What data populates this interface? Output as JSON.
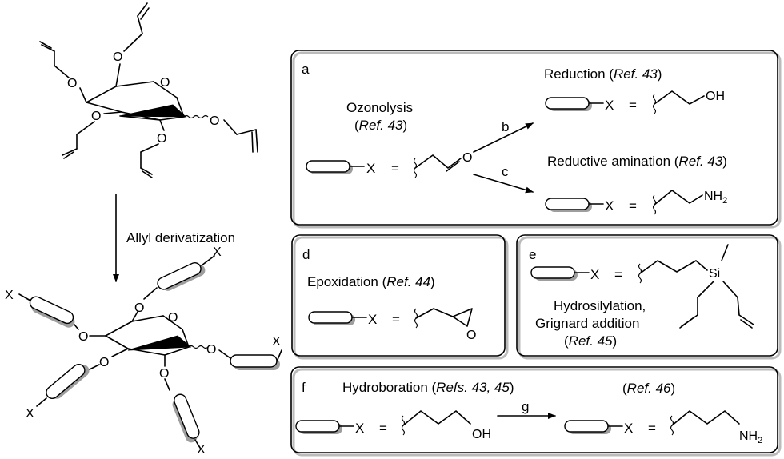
{
  "left": {
    "arrow_label": "Allyl derivatization",
    "atoms": {
      "O": "O",
      "X": "X"
    }
  },
  "panels": {
    "a": {
      "letter": "a",
      "title": "Ozonolysis",
      "ref": "Ref. 43",
      "x": "X",
      "eq": "=",
      "oxygen": "O",
      "step_b": "b",
      "step_c": "c",
      "reduction_title": "Reduction",
      "reduction_ref": "Ref. 43",
      "reduction_group": "OH",
      "amination_title": "Reductive amination",
      "amination_ref": "Ref. 43",
      "amination_group": "NH",
      "amination_sub": "2"
    },
    "d": {
      "letter": "d",
      "title": "Epoxidation",
      "ref": "Ref. 44",
      "x": "X",
      "eq": "=",
      "oxygen": "O"
    },
    "e": {
      "letter": "e",
      "x": "X",
      "eq": "=",
      "si": "Si",
      "line1": "Hydrosilylation,",
      "line2": "Grignard addition",
      "ref": "Ref. 45"
    },
    "f": {
      "letter": "f",
      "title": "Hydroboration",
      "ref": "Refs. 43, 45",
      "x": "X",
      "eq": "=",
      "group": "OH",
      "step_g": "g",
      "ref2": "Ref. 46",
      "group2": "NH",
      "group2_sub": "2"
    }
  }
}
